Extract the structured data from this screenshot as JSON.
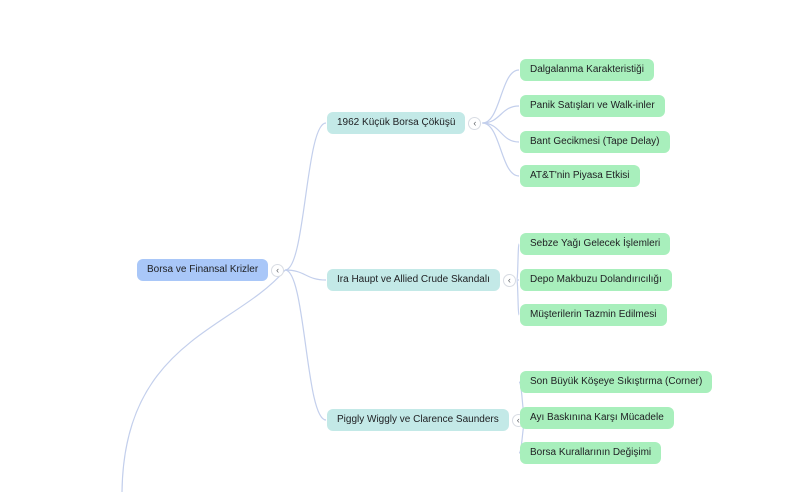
{
  "mindmap": {
    "collapse_icon": "‹",
    "colors": {
      "root_bg": "#a9c7f8",
      "branch_bg": "#c3e9e7",
      "leaf_bg": "#a8efbc",
      "edge": "#c3cfec",
      "text": "#202124"
    },
    "root": {
      "label": "Borsa ve Finansal Krizler"
    },
    "branches": [
      {
        "label": "1962 Küçük Borsa Çöküşü",
        "children": [
          {
            "label": "Dalgalanma Karakteristiği"
          },
          {
            "label": "Panik Satışları ve Walk-inler"
          },
          {
            "label": "Bant Gecikmesi (Tape Delay)"
          },
          {
            "label": "AT&T'nin Piyasa Etkisi"
          }
        ]
      },
      {
        "label": "Ira Haupt ve Allied Crude Skandalı",
        "children": [
          {
            "label": "Sebze Yağı Gelecek İşlemleri"
          },
          {
            "label": "Depo Makbuzu Dolandırıcılığı"
          },
          {
            "label": "Müşterilerin Tazmin Edilmesi"
          }
        ]
      },
      {
        "label": "Piggly Wiggly ve Clarence Saunders",
        "children": [
          {
            "label": "Son Büyük Köşeye Sıkıştırma (Corner)"
          },
          {
            "label": "Ayı Baskınına Karşı Mücadele"
          },
          {
            "label": "Borsa Kurallarının Değişimi"
          }
        ]
      }
    ]
  }
}
